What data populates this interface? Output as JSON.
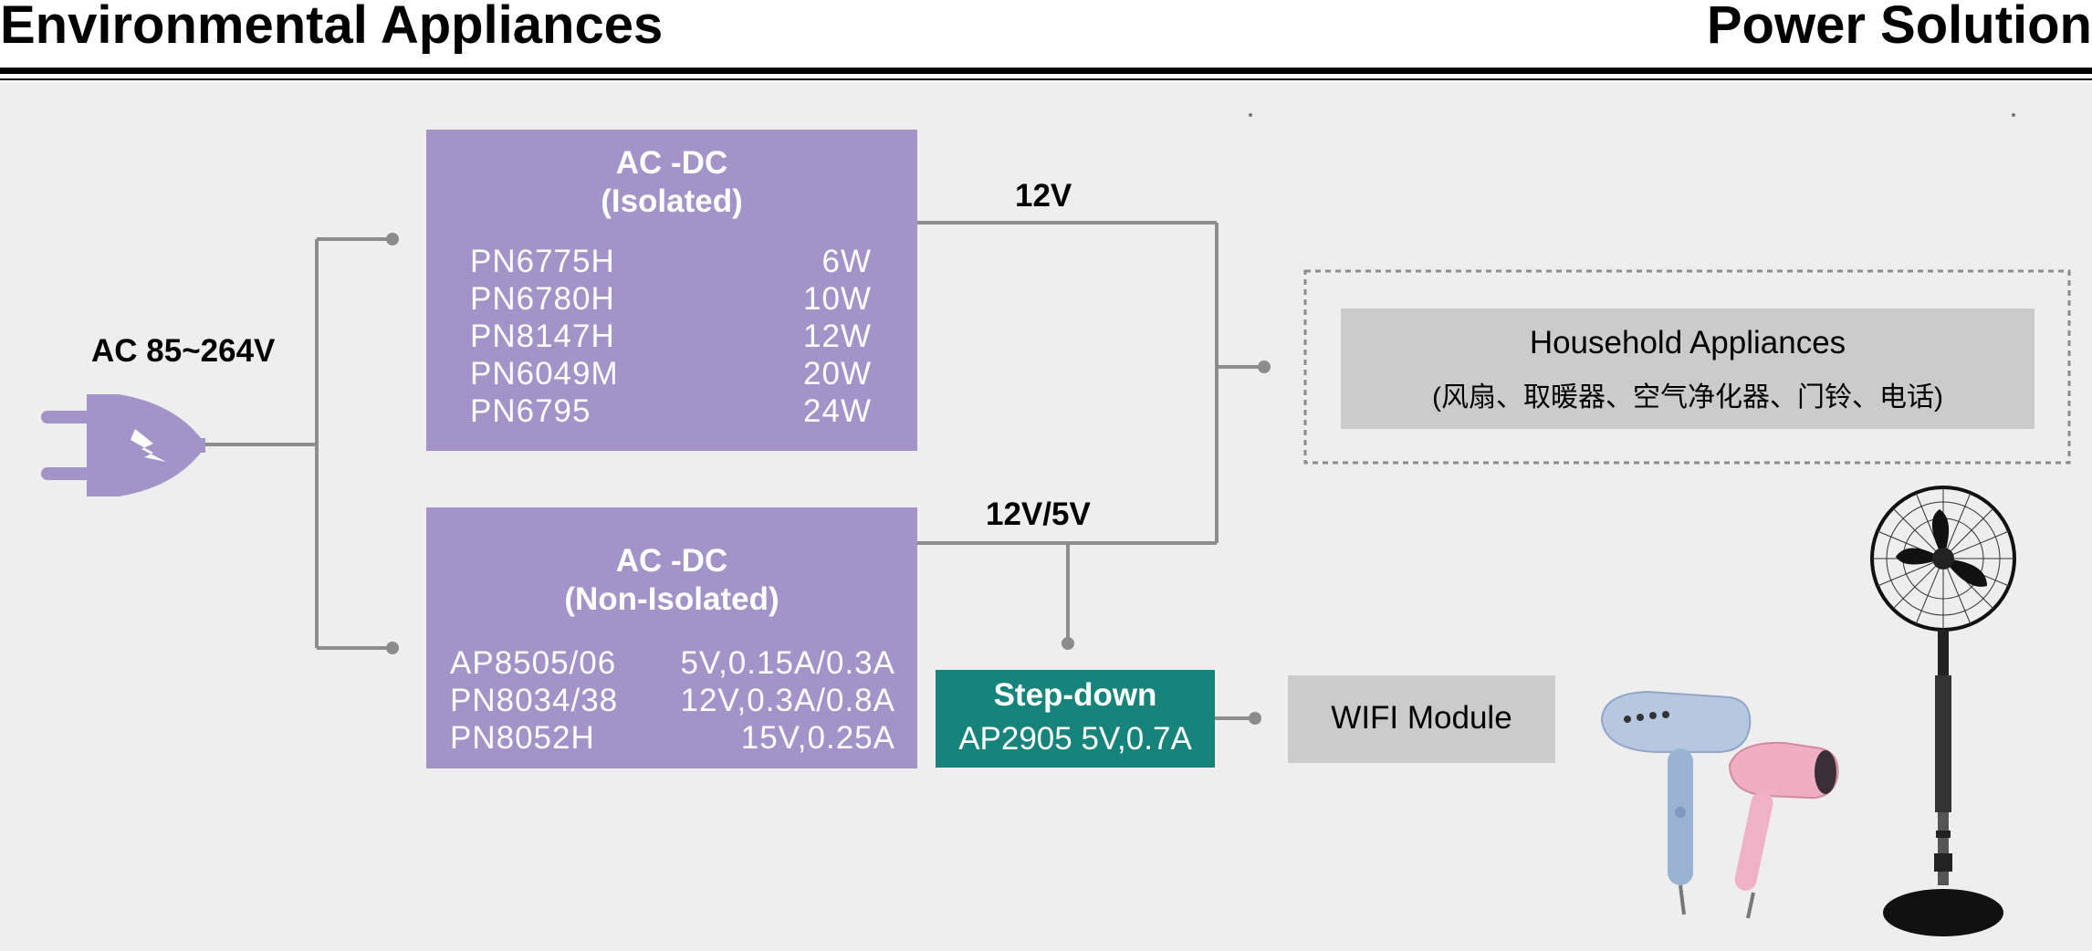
{
  "header": {
    "title_left": "Environmental Appliances",
    "title_right": "Power Solution"
  },
  "input": {
    "label": "AC 85~264V",
    "icon": "power-plug-icon"
  },
  "isolated": {
    "title_line1": "AC -DC",
    "title_line2": "(Isolated)",
    "parts": [
      {
        "name": "PN6775H",
        "spec": "6W"
      },
      {
        "name": "PN6780H",
        "spec": "10W"
      },
      {
        "name": "PN8147H",
        "spec": "12W"
      },
      {
        "name": "PN6049M",
        "spec": "20W"
      },
      {
        "name": "PN6795",
        "spec": "24W"
      }
    ],
    "output_label": "12V"
  },
  "non_isolated": {
    "title_line1": "AC -DC",
    "title_line2": "(Non-Isolated)",
    "parts": [
      {
        "name": "AP8505/06",
        "spec": "5V,0.15A/0.3A"
      },
      {
        "name": "PN8034/38",
        "spec": "12V,0.3A/0.8A"
      },
      {
        "name": "PN8052H",
        "spec": "15V,0.25A"
      }
    ],
    "output_label": "12V/5V"
  },
  "stepdown": {
    "title": "Step-down",
    "part": "AP2905  5V,0.7A"
  },
  "household": {
    "title": "Household Appliances",
    "subtitle": "(风扇、取暖器、空气净化器、门铃、电话)"
  },
  "wifi": {
    "label": "WIFI Module"
  },
  "colors": {
    "acdc_box": "#a493c8",
    "stepdown_box": "#16847b",
    "connector": "#8c8c8c",
    "output_box": "#cbcbcb",
    "background": "#eeeeee"
  }
}
